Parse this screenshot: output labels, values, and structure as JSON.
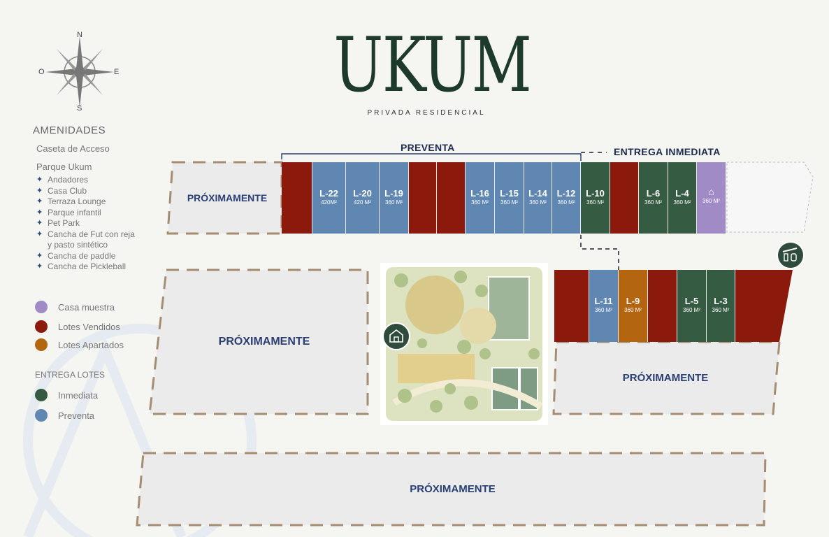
{
  "brand": {
    "title": "UKUM",
    "subtitle": "PRIVADA RESIDENCIAL"
  },
  "compass": {
    "n": "N",
    "s": "S",
    "e": "E",
    "w": "O"
  },
  "legend": {
    "amenities_title": "AMENIDADES",
    "caseta": "Caseta de Acceso",
    "parque": "Parque Ukum",
    "amenities": [
      "Andadores",
      "Casa Club",
      "Terraza Lounge",
      "Parque infantil",
      "Pet Park",
      "Cancha de Fut con reja",
      "y pasto sintético",
      "Cancha de paddle",
      "Cancha de Pickleball"
    ],
    "status": [
      {
        "label": "Casa muestra",
        "color": "#a08bc7"
      },
      {
        "label": "Lotes Vendidos",
        "color": "#8b1a0c"
      },
      {
        "label": "Lotes Apartados",
        "color": "#b3650f"
      }
    ],
    "delivery_title": "ENTREGA LOTES",
    "delivery": [
      {
        "label": "Inmediata",
        "color": "#355b43"
      },
      {
        "label": "Preventa",
        "color": "#5f87b2"
      }
    ]
  },
  "sections": {
    "preventa": "PREVENTA",
    "entrega": "ENTREGA INMEDIATA"
  },
  "soon": "PRÓXIMAMENTE",
  "top_lots": [
    {
      "id": "",
      "area": "",
      "status": "sold"
    },
    {
      "id": "L-22",
      "area": "420M²",
      "status": "preventa"
    },
    {
      "id": "L-20",
      "area": "420 M²",
      "status": "preventa"
    },
    {
      "id": "L-19",
      "area": "360 M²",
      "status": "preventa"
    },
    {
      "id": "",
      "area": "",
      "status": "sold"
    },
    {
      "id": "",
      "area": "",
      "status": "sold"
    },
    {
      "id": "L-16",
      "area": "360 M²",
      "status": "preventa"
    },
    {
      "id": "L-15",
      "area": "360 M²",
      "status": "preventa"
    },
    {
      "id": "L-14",
      "area": "360 M²",
      "status": "preventa"
    },
    {
      "id": "L-12",
      "area": "360 M²",
      "status": "preventa"
    },
    {
      "id": "L-10",
      "area": "360 M²",
      "status": "inmediata"
    },
    {
      "id": "",
      "area": "",
      "status": "sold"
    },
    {
      "id": "L-6",
      "area": "360 M²",
      "status": "inmediata"
    },
    {
      "id": "L-4",
      "area": "360 M²",
      "status": "inmediata"
    },
    {
      "id": "",
      "area": "360 M²",
      "status": "muestra"
    }
  ],
  "bottom_lots": [
    {
      "id": "",
      "area": "",
      "status": "sold"
    },
    {
      "id": "L-11",
      "area": "360 M²",
      "status": "preventa"
    },
    {
      "id": "L-9",
      "area": "360 M²",
      "status": "apartado"
    },
    {
      "id": "",
      "area": "",
      "status": "sold"
    },
    {
      "id": "L-5",
      "area": "360 M²",
      "status": "inmediata"
    },
    {
      "id": "L-3",
      "area": "360 M²",
      "status": "inmediata"
    },
    {
      "id": "",
      "area": "",
      "status": "sold"
    }
  ]
}
